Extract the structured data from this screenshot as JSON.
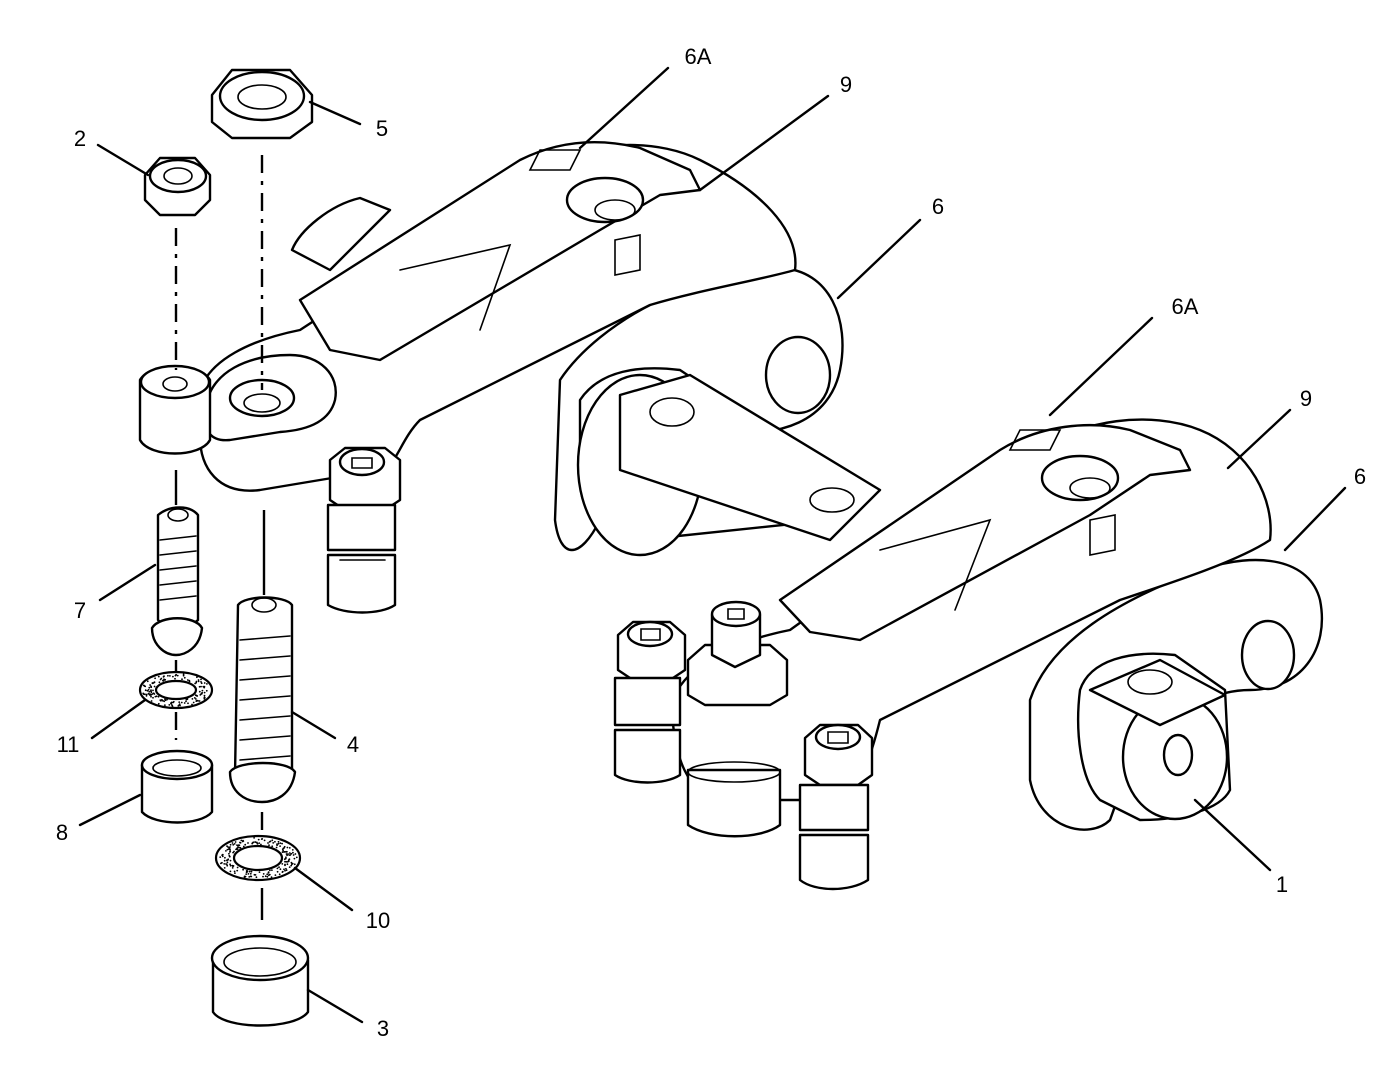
{
  "diagram": {
    "callouts": [
      {
        "id": "c-6A-top",
        "label": "6A"
      },
      {
        "id": "c-9-top",
        "label": "9"
      },
      {
        "id": "c-6-top",
        "label": "6"
      },
      {
        "id": "c-6A-bottom",
        "label": "6A"
      },
      {
        "id": "c-9-bottom",
        "label": "9"
      },
      {
        "id": "c-6-bottom",
        "label": "6"
      },
      {
        "id": "c-1",
        "label": "1"
      },
      {
        "id": "c-2",
        "label": "2"
      },
      {
        "id": "c-5",
        "label": "5"
      },
      {
        "id": "c-7",
        "label": "7"
      },
      {
        "id": "c-4",
        "label": "4"
      },
      {
        "id": "c-11",
        "label": "11"
      },
      {
        "id": "c-8",
        "label": "8"
      },
      {
        "id": "c-10",
        "label": "10"
      },
      {
        "id": "c-3",
        "label": "3"
      }
    ]
  }
}
